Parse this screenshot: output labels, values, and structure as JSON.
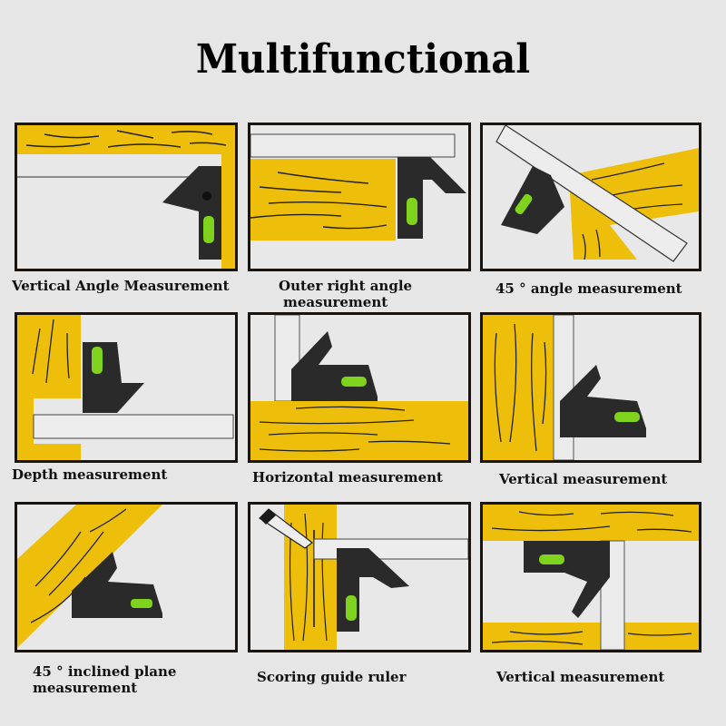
{
  "title": "Multifunctional",
  "colors": {
    "background": "#e6e6e6",
    "wood": "#eebf0a",
    "frame": "#1a1410",
    "tool": "#2a2a2a",
    "bubble": "#7fd31c"
  },
  "panels": [
    {
      "caption": "Vertical Angle Measurement",
      "icon": "vertical-angle-diagram"
    },
    {
      "caption_line1": "Outer right angle",
      "caption_line2": "measurement",
      "icon": "outer-right-angle-diagram"
    },
    {
      "caption": "45 °   angle measurement",
      "icon": "45-degree-angle-diagram"
    },
    {
      "caption": "Depth measurement",
      "icon": "depth-diagram"
    },
    {
      "caption": "Horizontal measurement",
      "icon": "horizontal-diagram"
    },
    {
      "caption": "Vertical measurement",
      "icon": "vertical-diagram"
    },
    {
      "caption_line1": "45 °   inclined plane",
      "caption_line2": "measurement",
      "icon": "inclined-plane-diagram"
    },
    {
      "caption": "Scoring guide ruler",
      "icon": "scoring-guide-diagram"
    },
    {
      "caption": "Vertical measurement",
      "icon": "vertical-diagram-2"
    }
  ]
}
